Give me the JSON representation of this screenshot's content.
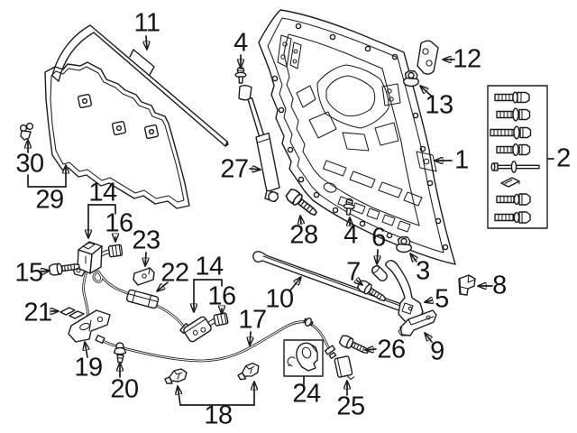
{
  "colors": {
    "background": "#ffffff",
    "line": "#1c1c1c",
    "text": "#151515"
  },
  "labels": {
    "l1": "1",
    "l2": "2",
    "l3": "3",
    "l4": "4",
    "l5": "5",
    "l6": "6",
    "l7": "7",
    "l8": "8",
    "l9": "9",
    "l10": "10",
    "l11": "11",
    "l12": "12",
    "l13": "13",
    "l14": "14",
    "l15": "15",
    "l16": "16",
    "l17": "17",
    "l18": "18",
    "l19": "19",
    "l20": "20",
    "l21": "21",
    "l22": "22",
    "l23": "23",
    "l24": "24",
    "l25": "25",
    "l26": "26",
    "l27": "27",
    "l28": "28",
    "l29": "29",
    "l30": "30"
  },
  "part_drawings": {
    "1": "hood-panel",
    "2": "hardware-kit-box",
    "3": "flange-nut",
    "4": "stud-bolt",
    "5": "hood-hinge",
    "6": "bumper-cylinder",
    "7": "hinge-screw",
    "8": "retainer-clip",
    "9": "hinge-bracket",
    "10": "front-seal-rod",
    "11": "rear-seal-strip",
    "12": "striker-plate",
    "13": "mount-nut",
    "14": "hood-latch",
    "15": "latch-screw",
    "16": "wire-connector",
    "17": "release-cable",
    "18": "cable-clips",
    "19": "cable-bracket",
    "20": "grommet-pin",
    "21": "flat-clip",
    "22": "cable-junction",
    "23": "cable-clip",
    "24": "release-handle",
    "25": "handle-pad",
    "26": "bracket-screw",
    "27": "gas-strut",
    "28": "strut-bolt",
    "29": "insulation-pad",
    "30": "pad-clip"
  }
}
